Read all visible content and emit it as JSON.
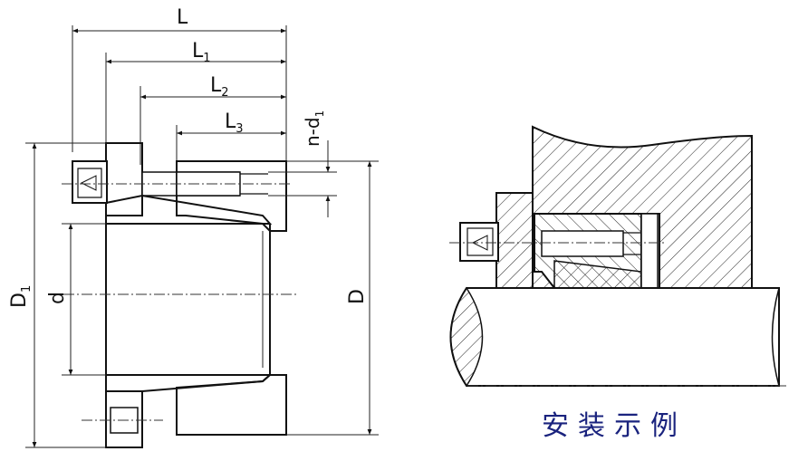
{
  "left_drawing": {
    "dimensions": {
      "L": "L",
      "L1": "L",
      "L1_sub": "1",
      "L2": "L",
      "L2_sub": "2",
      "L3": "L",
      "L3_sub": "3",
      "nd1": "n-d",
      "nd1_sub": "1",
      "D1": "D",
      "D1_sub": "1",
      "d": "d",
      "D": "D"
    }
  },
  "right_drawing": {
    "caption": "安装示例"
  }
}
